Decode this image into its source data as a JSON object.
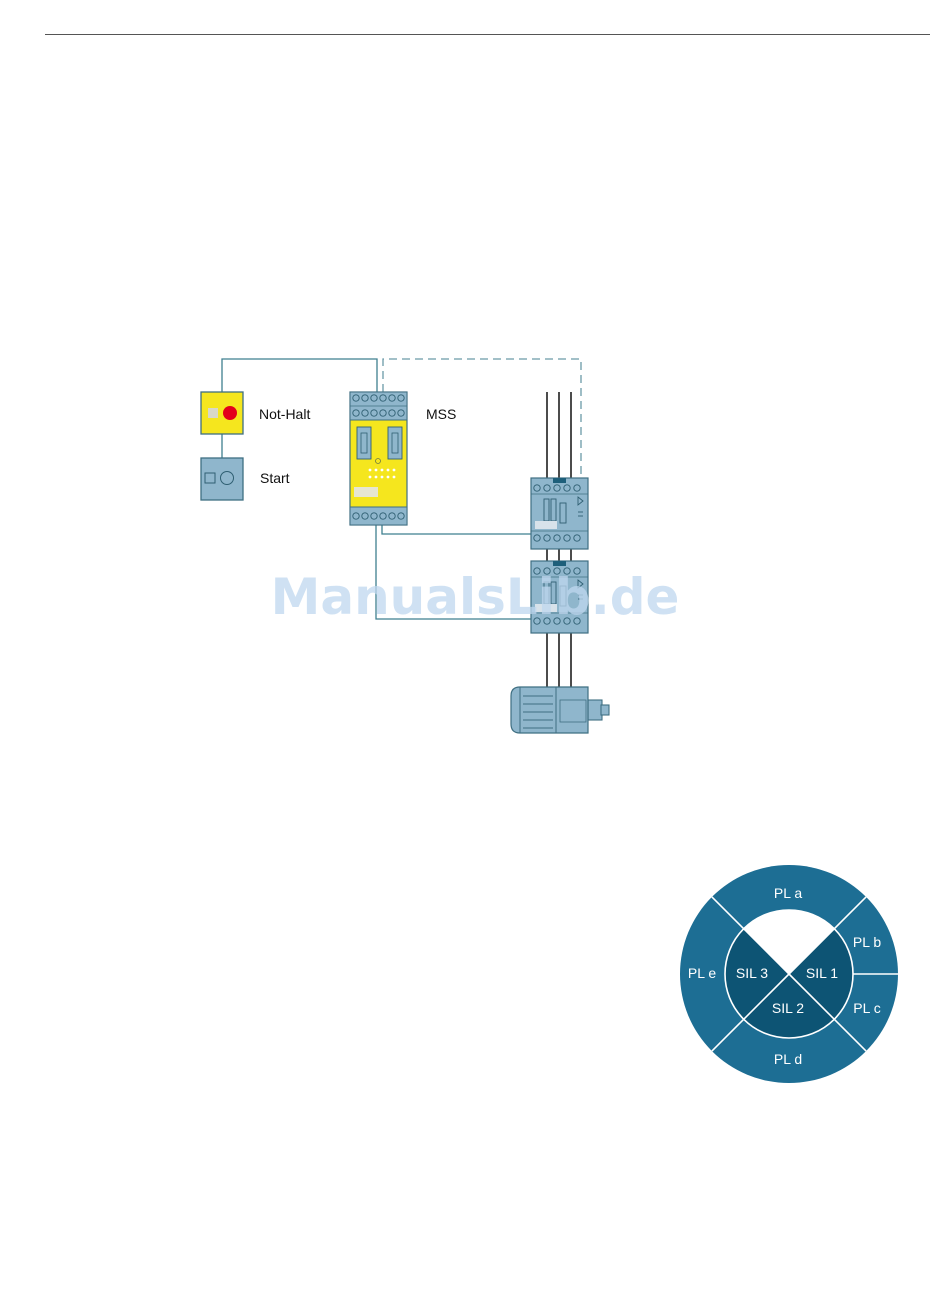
{
  "labels": {
    "emergency_stop": "Not-Halt",
    "start": "Start",
    "mss": "MSS"
  },
  "watermark": "ManualsLib.de",
  "pl_ring": {
    "outer": [
      "PL a",
      "PL b",
      "PL c",
      "PL d",
      "PL e"
    ],
    "inner": [
      "SIL 1",
      "SIL 2",
      "SIL 3"
    ]
  },
  "colors": {
    "device_blue": "#8fb6cc",
    "safety_yellow": "#f5e61e",
    "ring_blue": "#1d6e94",
    "inner_blue": "#0d5474",
    "estop_red": "#e3001b"
  }
}
